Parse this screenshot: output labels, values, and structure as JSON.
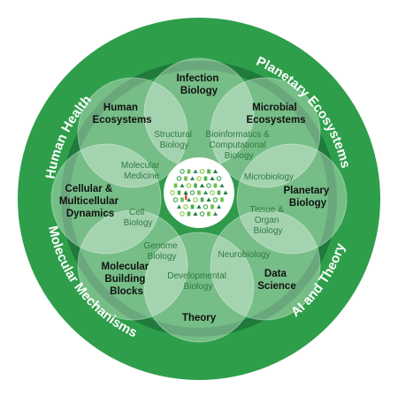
{
  "colors": {
    "outer_ring": "#2e9e4a",
    "mid_ring": "#1f7a3b",
    "inner_disk": "#2f9b4a",
    "lobe": "#ffffff",
    "center": "#ffffff",
    "major_text": "#111111",
    "minor_text": "#2f7a3f",
    "outer_text": "#ffffff"
  },
  "outer_labels": {
    "human_health": "Human Health",
    "planetary_ecosystems": "Planetary Ecosystems",
    "molecular_mechanisms": "Molecular Mechanisms",
    "ai_and_theory": "AI and Theory"
  },
  "major_areas": {
    "infection_biology": [
      "Infection",
      "Biology"
    ],
    "human_ecosystems": [
      "Human",
      "Ecosystems"
    ],
    "microbial_ecosystems": [
      "Microbial",
      "Ecosystems"
    ],
    "cellular_dynamics": [
      "Cellular &",
      "Multicellular",
      "Dynamics"
    ],
    "planetary_biology": [
      "Planetary",
      "Biology"
    ],
    "molecular_building_blocks": [
      "Molecular",
      "Building",
      "Blocks"
    ],
    "data_science": [
      "Data",
      "Science"
    ],
    "theory": [
      "Theory"
    ]
  },
  "sub_areas": {
    "structural_biology": [
      "Structural",
      "Biology"
    ],
    "bioinformatics": [
      "Bioinformatics &",
      "Computational",
      "Biology"
    ],
    "molecular_medicine": [
      "Molecular",
      "Medicine"
    ],
    "microbiology": [
      "Microbiology"
    ],
    "cell_biology": [
      "Cell",
      "Biology"
    ],
    "tissue_organ_biology": [
      "Tissue &",
      "Organ",
      "Biology"
    ],
    "genome_biology": [
      "Genome",
      "Biology"
    ],
    "neurobiology": [
      "Neurobiology"
    ],
    "developmental_biology": [
      "Developmental",
      "Biology"
    ]
  },
  "center_icon": "biology-icons-collage-icon"
}
